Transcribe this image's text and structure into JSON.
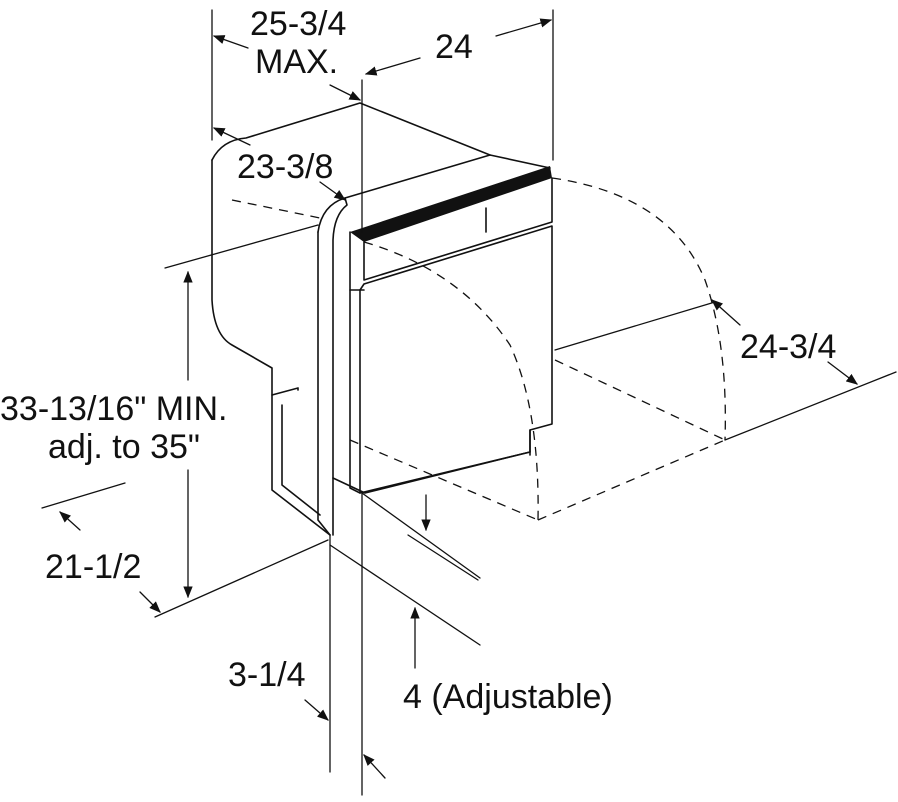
{
  "labels": {
    "overall_depth_line1": "25-3/4",
    "overall_depth_line2": "MAX.",
    "width": "24",
    "cabinet_depth": "23-3/8",
    "door_swing": "24-3/4",
    "height_line1": "33-13/16\" MIN.",
    "height_line2": "adj. to 35\"",
    "toe_depth": "21-1/2",
    "door_thickness": "3-1/4",
    "leg_adjust": "4 (Adjustable)"
  }
}
